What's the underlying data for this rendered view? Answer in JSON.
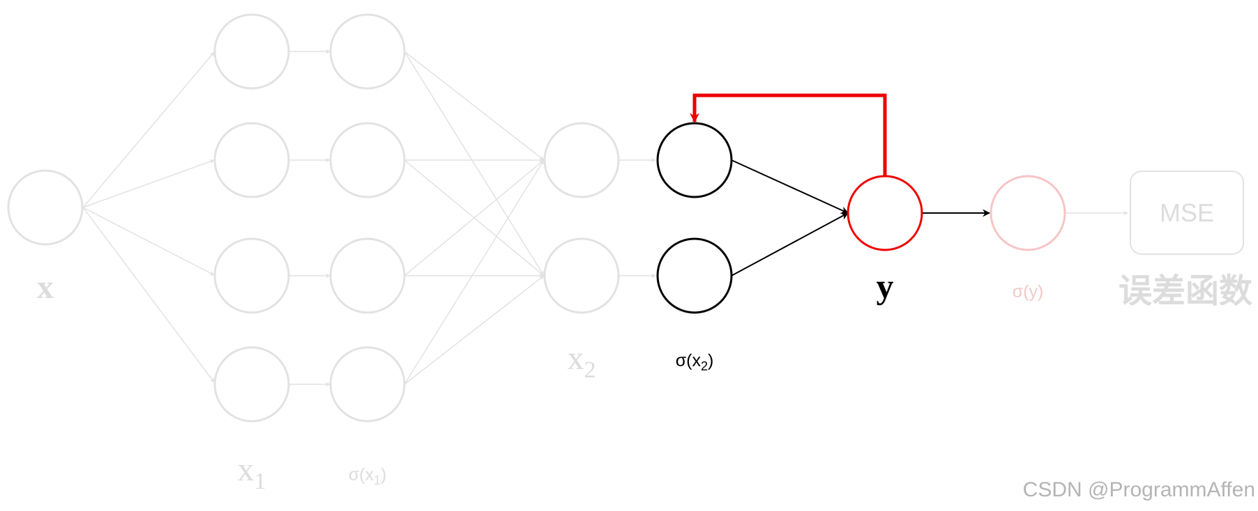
{
  "labels": {
    "x": "x",
    "x1": {
      "base": "x",
      "sub": "1"
    },
    "sigma_x1": {
      "pre": "σ(x",
      "sub": "1",
      "post": ")"
    },
    "x2": {
      "base": "x",
      "sub": "2"
    },
    "sigma_x2": {
      "pre": "σ(x",
      "sub": "2",
      "post": ")"
    },
    "y": "y",
    "sigma_y": "σ(y)",
    "mse": "MSE",
    "loss": "误差函数"
  },
  "watermark": "CSDN @ProgrammAffen",
  "colors": {
    "faded": "#e2e2e2",
    "faded_text": "#dcdcdc",
    "active": "#000000",
    "highlight": "#ee0000",
    "highlight_faded": "#f8c4c4",
    "watermark": "#b4b4b4"
  }
}
